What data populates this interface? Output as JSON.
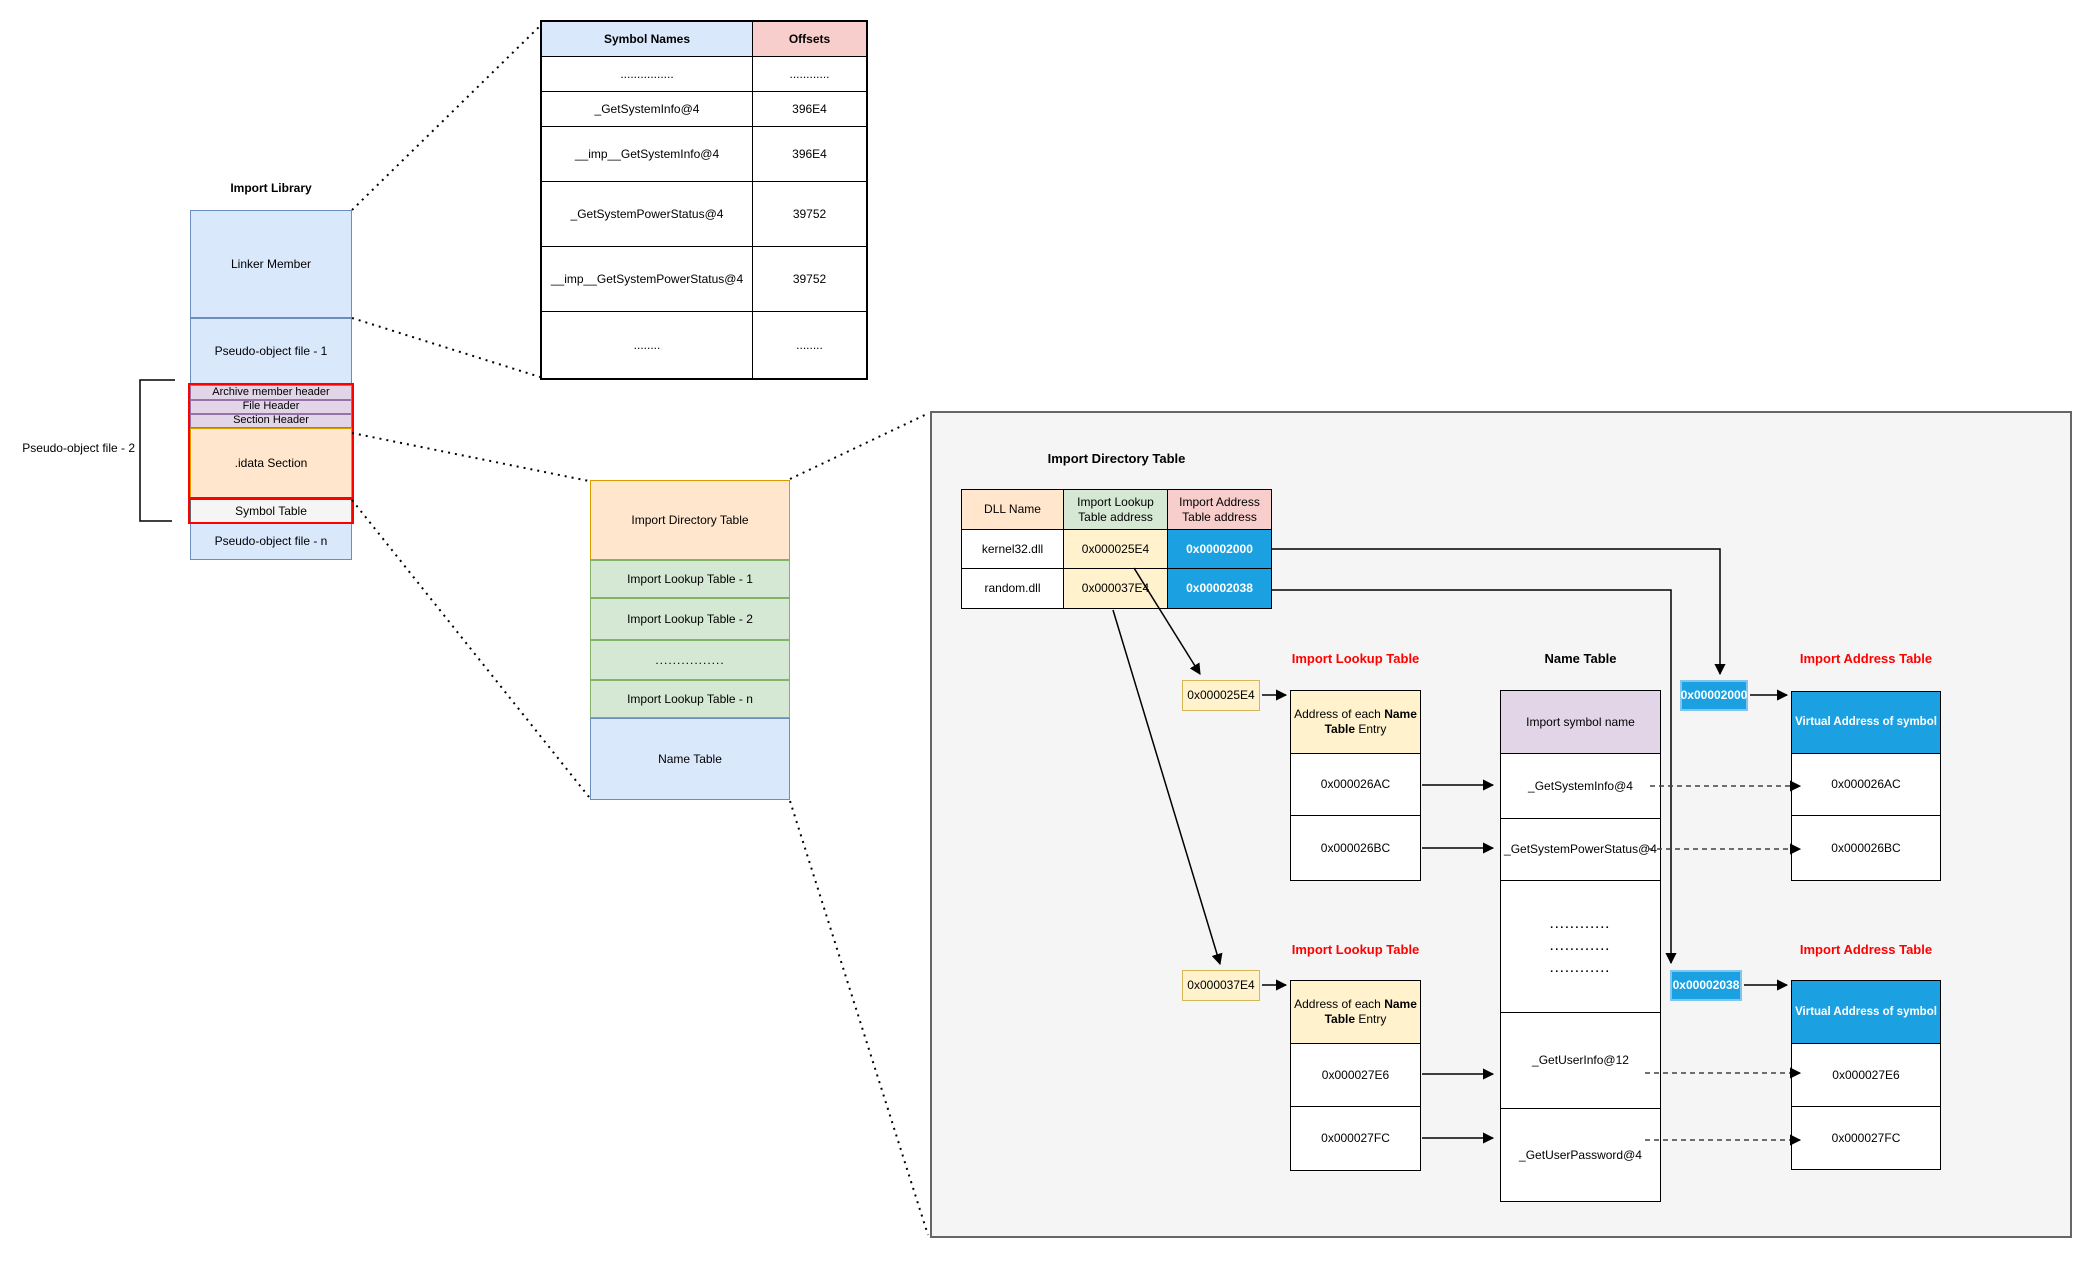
{
  "colors": {
    "blue_fill": "#dae8fc",
    "blue_stroke": "#6c8ebf",
    "green_fill": "#d5e8d4",
    "green_stroke": "#82b366",
    "orange_fill": "#ffe6cc",
    "orange_stroke": "#d79b00",
    "yellow_fill": "#fff2cc",
    "yellow_stroke": "#d6b656",
    "pink_fill": "#f8cecc",
    "pink_stroke": "#b85450",
    "purple_fill": "#e1d5e7",
    "purple_stroke": "#9673a6",
    "accent_blue": "#1ba1e2",
    "red": "#ff0000"
  },
  "import_library": {
    "title": "Import Library",
    "bracket_label": "Pseudo-object file - 2",
    "segments": {
      "linker": "Linker Member",
      "pseudo1": "Pseudo-object file - 1",
      "archive": "Archive member header",
      "file_header": "File Header",
      "section_header": "Section Header",
      "idata": ".idata Section",
      "symbol_table": "Symbol Table",
      "pseudon": "Pseudo-object file - n"
    }
  },
  "symbol_names_table": {
    "headers": {
      "names": "Symbol Names",
      "offsets": "Offsets"
    },
    "rows": [
      {
        "name": "................",
        "offset": "............"
      },
      {
        "name": "_GetSystemInfo@4",
        "offset": "396E4"
      },
      {
        "name": "__imp__GetSystemInfo@4",
        "offset": "396E4"
      },
      {
        "name": "_GetSystemPowerStatus@4",
        "offset": "39752"
      },
      {
        "name": "__imp__GetSystemPowerStatus@4",
        "offset": "39752"
      },
      {
        "name": "........",
        "offset": "........"
      }
    ]
  },
  "idata_stack": {
    "segments": {
      "directory": "Import Directory Table",
      "ilt1": "Import Lookup Table - 1",
      "ilt2": "Import Lookup Table - 2",
      "dots": "................",
      "iltn": "Import Lookup Table - n",
      "name_table": "Name Table"
    }
  },
  "panel": {
    "directory": {
      "title": "Import Directory Table",
      "headers": {
        "dll": "DLL Name",
        "ilt": "Import Lookup Table address",
        "iat": "Import Address Table address"
      },
      "rows": [
        {
          "dll": "kernel32.dll",
          "ilt": "0x000025E4",
          "iat": "0x00002000"
        },
        {
          "dll": "random.dll",
          "ilt": "0x000037E4",
          "iat": "0x00002038"
        }
      ]
    },
    "lookup_header": {
      "pre": "Address of each ",
      "bold": "Name Table",
      "post": " Entry"
    },
    "lookup1": {
      "title": "Import Lookup Table",
      "pointer": "0x000025E4",
      "rows": [
        "0x000026AC",
        "0x000026BC"
      ]
    },
    "lookup2": {
      "title": "Import Lookup Table",
      "pointer": "0x000037E4",
      "rows": [
        "0x000027E6",
        "0x000027FC"
      ]
    },
    "name_table": {
      "title": "Name Table",
      "header": "Import symbol name",
      "rows": [
        "_GetSystemInfo@4",
        "_GetSystemPowerStatus@4"
      ],
      "dots": [
        "............",
        "............",
        "............"
      ],
      "rows2": [
        "_GetUserInfo@12",
        "_GetUserPassword@4"
      ]
    },
    "iat1": {
      "title": "Import Address Table",
      "pointer": "0x00002000",
      "header": "Virtual Address of symbol",
      "rows": [
        "0x000026AC",
        "0x000026BC"
      ]
    },
    "iat2": {
      "title": "Import Address Table",
      "pointer": "0x00002038",
      "header": "Virtual Address of symbol",
      "rows": [
        "0x000027E6",
        "0x000027FC"
      ]
    }
  }
}
